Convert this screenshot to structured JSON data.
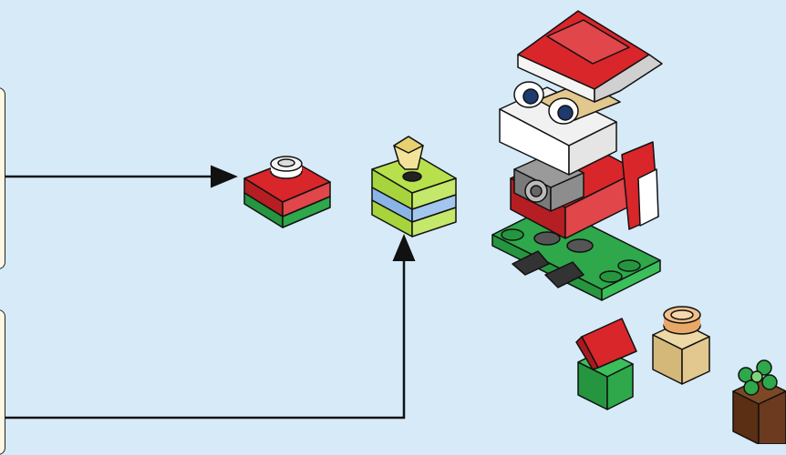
{
  "scene": {
    "background_color": "#d6eaf8",
    "callouts": [
      {
        "icon": "callout-panel"
      },
      {
        "icon": "callout-panel"
      }
    ],
    "parts": [
      {
        "icon": "red-plate-with-white-stud"
      },
      {
        "icon": "green-plate-with-gem"
      },
      {
        "icon": "santa-figure"
      },
      {
        "icon": "red-and-green-brick-stack"
      },
      {
        "icon": "tan-brick-with-round-stud"
      },
      {
        "icon": "brown-brick-with-green-flower"
      }
    ],
    "arrows": [
      {
        "icon": "arrow-right"
      },
      {
        "icon": "arrow-up"
      }
    ],
    "colors": {
      "red": "#d8262a",
      "green": "#2ea84a",
      "lime": "#a7d43c",
      "blue": "#8ab4e6",
      "tan": "#e2c88e",
      "brown": "#6b3a1f",
      "white": "#ffffff",
      "gray": "#8d8d8d"
    }
  }
}
